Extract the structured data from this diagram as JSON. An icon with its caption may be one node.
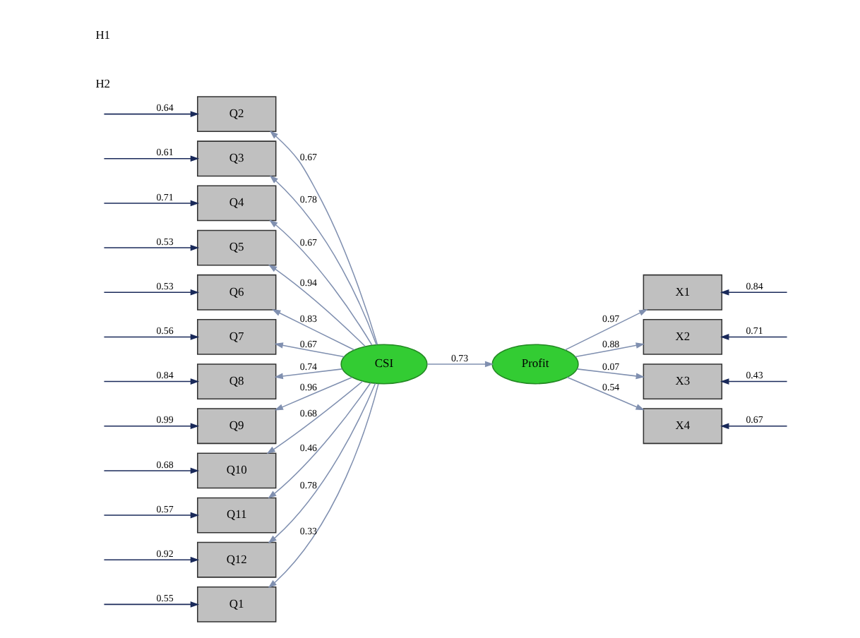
{
  "diagram": {
    "nodes": [
      {
        "text": [
          "Q1"
        ]
      },
      {
        "text": [
          "Q2"
        ]
      },
      {
        "text": [
          "Q3"
        ]
      },
      {
        "text": [
          "Q4"
        ]
      },
      {
        "text": [
          "Q5"
        ]
      },
      {
        "text": [
          "Q6"
        ]
      },
      {
        "text": [
          "Q7"
        ]
      },
      {
        "text": [
          "Q8"
        ]
      },
      {
        "text": [
          "Q9"
        ]
      },
      {
        "text": [
          "Q10"
        ]
      },
      {
        "text": [
          "Q11"
        ]
      },
      {
        "text": [
          "Q12"
        ]
      },
      {
        "text": [
          "CSI"
        ]
      },
      {
        "text": [
          "Profit"
        ]
      },
      {
        "text": [
          "X1"
        ]
      },
      {
        "text": [
          "X2"
        ]
      },
      {
        "text": [
          "X3"
        ]
      },
      {
        "text": [
          "X4"
        ]
      }
    ],
    "edges": [
      {
        "from": 12,
        "to": 0,
        "arrow": "to",
        "label": "0.33"
      },
      {
        "from": 12,
        "to": 1,
        "arrow": "to",
        "label": "0.67"
      },
      {
        "from": 12,
        "to": 2,
        "arrow": "to",
        "label": "0.78"
      },
      {
        "from": 12,
        "to": 3,
        "arrow": "to",
        "label": "0.67"
      },
      {
        "from": 12,
        "to": 4,
        "arrow": "to",
        "label": "0.94"
      },
      {
        "from": 12,
        "to": 5,
        "arrow": "to",
        "label": "0.83"
      },
      {
        "from": 12,
        "to": 6,
        "arrow": "to",
        "label": "0.67"
      },
      {
        "from": 12,
        "to": 7,
        "arrow": "to",
        "label": "0.74"
      },
      {
        "from": 12,
        "to": 8,
        "arrow": "to",
        "label": "0.96"
      },
      {
        "from": 12,
        "to": 9,
        "arrow": "to",
        "label": "0.68"
      },
      {
        "from": 12,
        "to": 10,
        "arrow": "to",
        "label": "0.46"
      },
      {
        "from": 12,
        "to": 11,
        "arrow": "to",
        "label": "0.78"
      },
      {
        "from": 12,
        "to": 13,
        "arrow": "to",
        "label": "0.73"
      },
      {
        "from": 13,
        "to": 14,
        "arrow": "to",
        "label": "0.97"
      },
      {
        "from": 13,
        "to": 15,
        "arrow": "to",
        "label": "0.88"
      },
      {
        "from": 13,
        "to": 16,
        "arrow": "to",
        "label": "0.07"
      },
      {
        "from": 13,
        "to": 17,
        "arrow": "to",
        "label": "0.54"
      },
      {
        "from": null,
        "to": 0,
        "arrow": "to",
        "label": "0.55",
        "color": "#1a2a5a"
      },
      {
        "from": null,
        "to": 1,
        "arrow": "to",
        "label": "0.64",
        "color": "#1a2a5a"
      },
      {
        "from": null,
        "to": 2,
        "arrow": "to",
        "label": "0.61",
        "color": "#1a2a5a"
      },
      {
        "from": null,
        "to": 3,
        "arrow": "to",
        "label": "0.71",
        "color": "#1a2a5a"
      },
      {
        "from": null,
        "to": 4,
        "arrow": "to",
        "label": "0.53",
        "color": "#1a2a5a"
      },
      {
        "from": null,
        "to": 5,
        "arrow": "to",
        "label": "0.53",
        "color": "#1a2a5a"
      },
      {
        "from": null,
        "to": 6,
        "arrow": "to",
        "label": "0.56",
        "color": "#1a2a5a"
      },
      {
        "from": null,
        "to": 7,
        "arrow": "to",
        "label": "0.84",
        "color": "#1a2a5a"
      },
      {
        "from": null,
        "to": 8,
        "arrow": "to",
        "label": "0.99",
        "color": "#1a2a5a"
      },
      {
        "from": null,
        "to": 9,
        "arrow": "to",
        "label": "0.68",
        "color": "#1a2a5a"
      },
      {
        "from": null,
        "to": 10,
        "arrow": "to",
        "label": "0.57",
        "color": "#1a2a5a"
      },
      {
        "from": null,
        "to": 11,
        "arrow": "to",
        "label": "0.92",
        "color": "#1a2a5a"
      },
      {
        "from": null,
        "to": 14,
        "arrow": "to",
        "label": "0.84",
        "color": "#1a2a5a"
      },
      {
        "from": null,
        "to": 15,
        "arrow": "to",
        "label": "0.71",
        "color": "#1a2a5a"
      },
      {
        "from": null,
        "to": 16,
        "arrow": "to",
        "label": "0.43",
        "color": "#1a2a5a"
      },
      {
        "from": null,
        "to": 17,
        "arrow": "to",
        "label": "0.67",
        "color": "#1a2a5a"
      }
    ],
    "labels": [
      "H2",
      "H1"
    ]
  }
}
